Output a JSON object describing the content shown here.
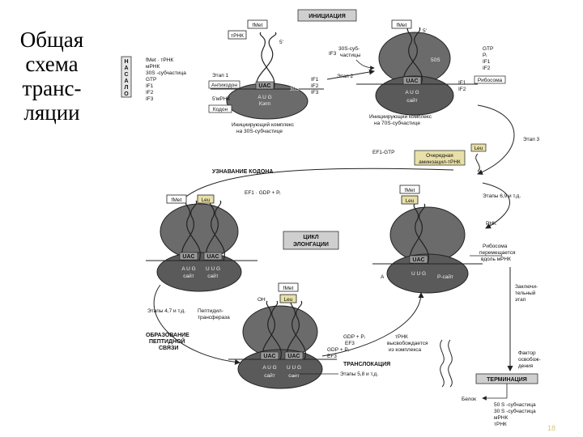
{
  "title": {
    "line1": "Общая",
    "line2": "схема",
    "line3": "транс-",
    "line4": "ляции"
  },
  "headers": {
    "initiation": "ИНИЦИАЦИЯ",
    "elongation_1": "ЦИКЛ",
    "elongation_2": "ЭЛОНГАЦИИ",
    "termination": "ТЕРМИНАЦИЯ"
  },
  "labels": {
    "fmet": "fMet",
    "leu": "Leu",
    "trna": "тРНК",
    "mrna_5prime": "5'мРНК",
    "five_prime": "5'",
    "codon_box": "Кодон",
    "anticodon_box": "Антикодон",
    "uac": "UAC",
    "aug": "A U G",
    "cap": "Кэпп",
    "ribosome_box": "Рибосома",
    "sit": "сайт",
    "aug_site": "сайт",
    "complex_30s_1": "Инициирующий комплекс",
    "complex_30s_2": "на 30S-субчастице",
    "complex_70s_1": "Инициирующий комплекс",
    "complex_70s_2": "на 70S-субчастице",
    "ef1_gtp": "EF1-GTP",
    "next_trna_1": "Очередная",
    "next_trna_2": "аминоацил-тРНК",
    "codon_recognition": "УЗНАВАНИЕ КОДОНА",
    "ef1_gdp": "EF1 · GDP + Pᵢ",
    "peptide_formation_1": "ОБРАЗОВАНИЕ",
    "peptide_formation_2": "ПЕПТИДНОЙ",
    "peptide_formation_3": "СВЯЗИ",
    "stages_47": "Этапы 4,7 и т.д.",
    "peptidyl_1": "Пептидил-",
    "peptidyl_2": "трансфераза",
    "translocation": "ТРАНСЛОКАЦИЯ",
    "stages_58": "Этапы 5,8 и т.д.",
    "stages_69": "Этапы 6,9 и т.д.",
    "gdp_pi": "GDP + Pᵢ",
    "ef3": "EF3",
    "oh": "OH",
    "trna_release_1": "тРНК",
    "trna_release_2": "высвобождается",
    "trna_release_3": "из комплекса",
    "rnk": "РНК",
    "ribosome_moves_1": "Рибосома",
    "ribosome_moves_2": "перемещается",
    "ribosome_moves_3": "вдоль мРНК",
    "final_stage_1": "Заключи-",
    "final_stage_2": "тельный",
    "final_stage_3": "этап",
    "release_factor_1": "Фактор",
    "release_factor_2": "освобож-",
    "release_factor_3": "дения",
    "protein": "Белок",
    "stage1": "Этап 1",
    "stage2": "Этап 2",
    "stage3": "Этап 3",
    "s30_particles_1": "30S-суб-",
    "s30_particles_2": "частицы",
    "s50": "50S",
    "s30": "30S",
    "if_1": "IF1",
    "if_2": "IF2",
    "if_3": "IF3",
    "gtp": "GTP",
    "pi": "Pᵢ",
    "a_label": "A",
    "uug": "U U G",
    "a_site": "сайт",
    "p_site": "P-сайт"
  },
  "components_list": [
    "fMet · тРНК",
    "мРНК",
    "30S -субчастица",
    "GTP",
    "IF1",
    "IF2",
    "IF3"
  ],
  "side_vertical": [
    "Н",
    "А",
    "С",
    "А",
    "Л",
    "О"
  ],
  "products": [
    "50 S -субчастица",
    "30 S -субчастица",
    "мРНК",
    "тРНК"
  ],
  "page_number": "18",
  "colors": {
    "ribosome": "#6b6b6b",
    "ribosome_dark": "#4f4f4f",
    "line": "#222222",
    "title": "#000000"
  }
}
